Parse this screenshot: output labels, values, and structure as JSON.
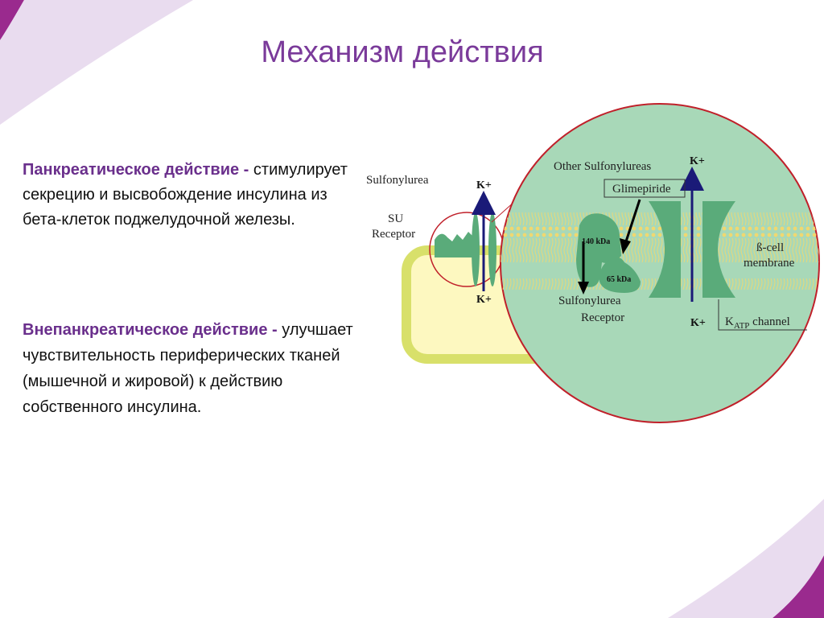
{
  "title": "Механизм действия",
  "pancreatic": {
    "heading": "Панкреатическое действие -",
    "text": "стимулирует секрецию и высвобождение инсулина из бета-клеток поджелудочной железы."
  },
  "extrapancreatic": {
    "heading": "Внепанкреатическое действие  -",
    "text": "улучшает чувствительность периферических тканей (мышечной и жировой) к действию собственного инсулина."
  },
  "diagram": {
    "sulfonylurea": "Sulfonylurea",
    "su_receptor_line1": "SU",
    "su_receptor_line2": "Receptor",
    "k_plus": "K+",
    "other_sulfonylureas": "Other Sulfonylureas",
    "glimepiride": "Glimepiride",
    "kda_140": "140 kDa",
    "kda_65": "65 kDa",
    "sulfonylurea_receptor_line1": "Sulfonylurea",
    "sulfonylurea_receptor_line2": "Receptor",
    "beta_cell_line1": "ß-cell",
    "beta_cell_line2": "membrane",
    "katp_k": "K",
    "katp_sub": "ATP",
    "katp_rest": " channel"
  },
  "colors": {
    "title": "#7a3a9a",
    "heading": "#6a2f8c",
    "circle_fill": "#a8d8b8",
    "circle_stroke": "#c0202a",
    "protein": "#5aab7a",
    "cell_fill": "#fdf8c0",
    "cell_stroke": "#d8e06a",
    "arrow_blue": "#1a1a78",
    "corner_purple": "#9a2a8e"
  }
}
